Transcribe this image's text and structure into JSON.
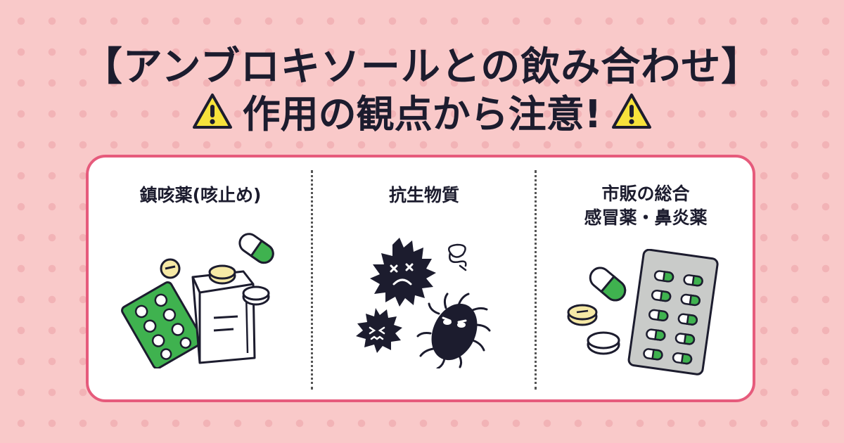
{
  "title": {
    "line1": "【アンブロキソールとの飲み合わせ】",
    "line2": "作用の観点から注意!"
  },
  "columns": [
    {
      "label": "鎮咳薬(咳止め)",
      "illustration": "cough-medicine-illustration"
    },
    {
      "label": "抗生物質",
      "illustration": "bacteria-illustration"
    },
    {
      "label_line1": "市販の総合",
      "label_line2": "感冒薬・鼻炎薬",
      "illustration": "cold-medicine-illustration"
    }
  ],
  "colors": {
    "background": "#f9c9c9",
    "dots": "#f2b3b6",
    "card_border": "#e65b7c",
    "pill_green": "#3fb24f",
    "pill_yellow": "#f6e9a6",
    "warning_yellow": "#f7e23b",
    "ink": "#1c1c2e"
  },
  "icons": [
    "warning-icon",
    "capsule-icon",
    "tablet-icon",
    "blister-pack-icon",
    "medicine-bag-icon",
    "germ-icon"
  ]
}
